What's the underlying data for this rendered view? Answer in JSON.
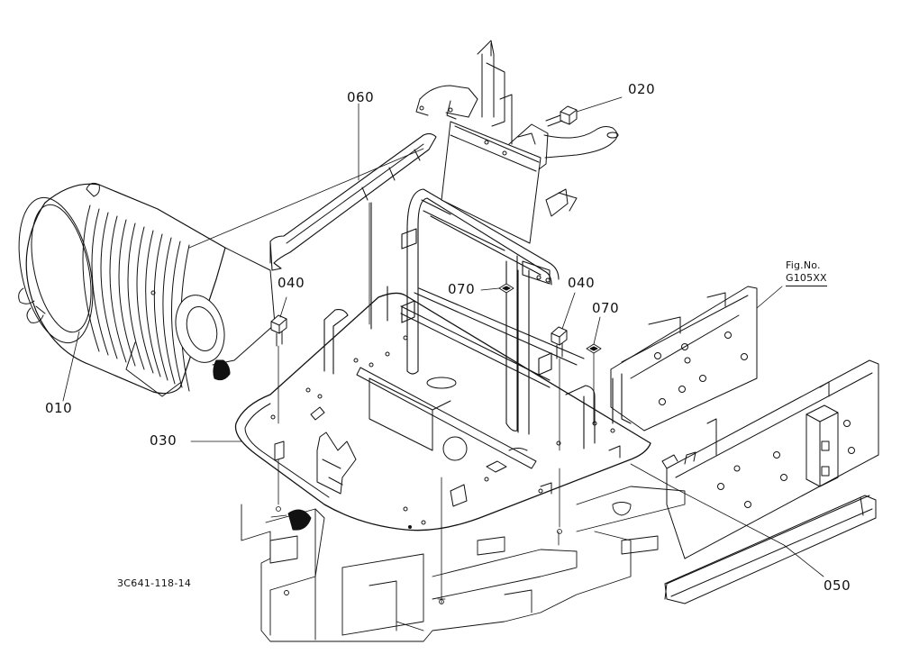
{
  "parts": {
    "p010": "010",
    "p020": "020",
    "p030": "030",
    "p040a": "040",
    "p040b": "040",
    "p050": "050",
    "p060": "060",
    "p070a": "070",
    "p070b": "070"
  },
  "figure_ref": {
    "line1": "Fig.No.",
    "line2": "G105XX"
  },
  "drawing_code": "3C641-118-14",
  "colors": {
    "ink": "#111111",
    "paper": "#ffffff"
  }
}
